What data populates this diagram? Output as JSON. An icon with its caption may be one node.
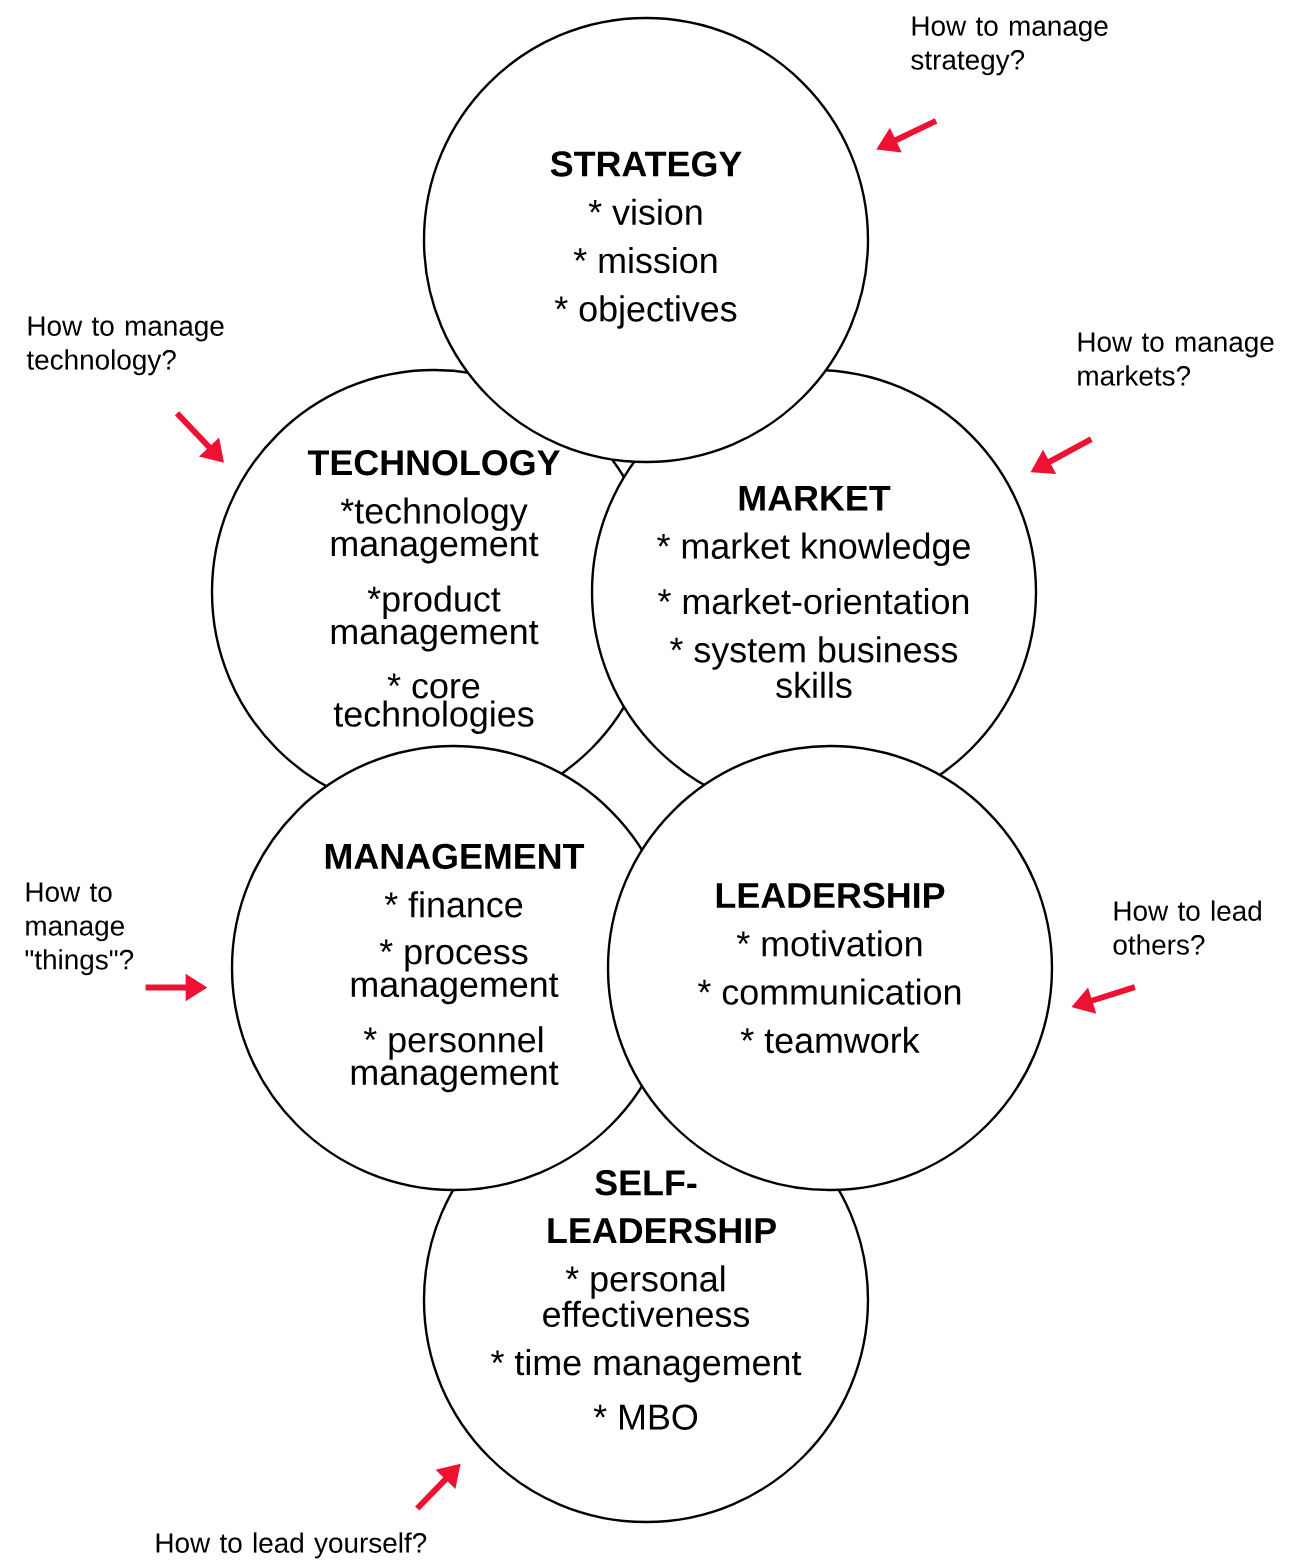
{
  "diagram": {
    "nodes": [
      {
        "text": [
          "STRATEGY",
          "* vision",
          "* mission",
          "* objectives"
        ]
      },
      {
        "text": [
          "TECHNOLOGY",
          "*technology management",
          "*product management",
          "* core technologies"
        ]
      },
      {
        "text": [
          "MARKET",
          "* market knowledge",
          "* market-orientation",
          "* system business skills"
        ]
      },
      {
        "text": [
          "MANAGEMENT",
          "* finance",
          "* process management",
          "* personnel management"
        ]
      },
      {
        "text": [
          "LEADERSHIP",
          "* motivation",
          "* communication",
          "* teamwork"
        ]
      },
      {
        "text": [
          "SELF- LEADERSHIP",
          "* personal effectiveness",
          "* time management",
          "* MBO"
        ]
      },
      {
        "text": [
          "How to manage strategy?"
        ]
      },
      {
        "text": [
          "How to manage technology?"
        ]
      },
      {
        "text": [
          "How to manage markets?"
        ]
      },
      {
        "text": [
          "How to manage \"things\"?"
        ]
      },
      {
        "text": [
          "How to lead others?"
        ]
      },
      {
        "text": [
          "How to lead yourself?"
        ]
      }
    ],
    "edges": [
      {
        "from": 6,
        "to": 0,
        "arrow": "to"
      },
      {
        "from": 7,
        "to": 1,
        "arrow": "to"
      },
      {
        "from": 8,
        "to": 2,
        "arrow": "to"
      },
      {
        "from": 9,
        "to": 3,
        "arrow": "to"
      },
      {
        "from": 10,
        "to": 4,
        "arrow": "to"
      },
      {
        "from": 11,
        "to": 5,
        "arrow": "to"
      }
    ]
  }
}
